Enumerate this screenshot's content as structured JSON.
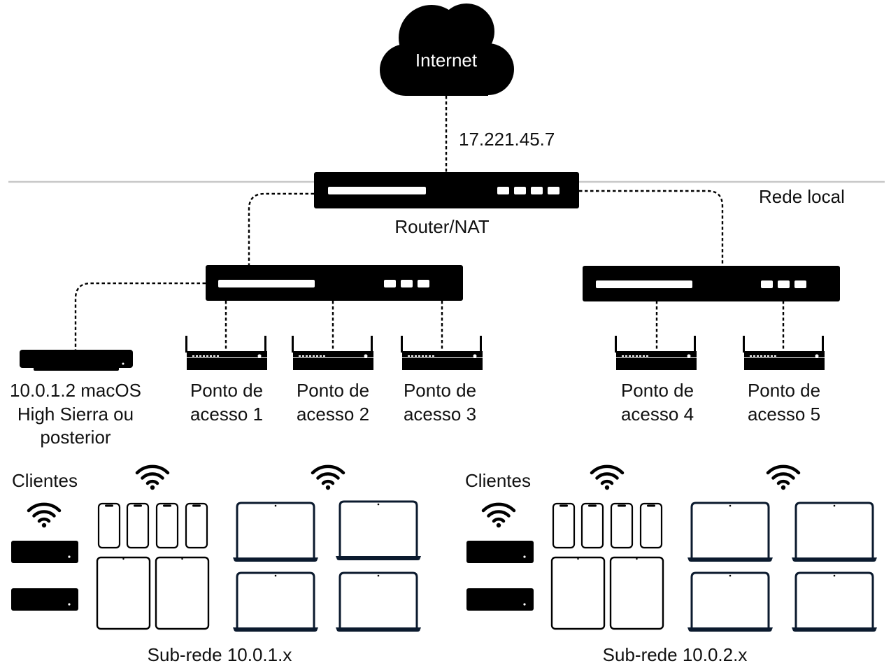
{
  "internet": {
    "label": "Internet"
  },
  "wan_ip": "17.221.45.7",
  "local_network_label": "Rede local",
  "router": {
    "label": "Router/NAT"
  },
  "server": {
    "line1": "10.0.1.2 macOS",
    "line2": "High Sierra ou",
    "line3": "posterior"
  },
  "access_points": [
    {
      "line1": "Ponto de",
      "line2": "acesso 1"
    },
    {
      "line1": "Ponto de",
      "line2": "acesso 2"
    },
    {
      "line1": "Ponto de",
      "line2": "acesso 3"
    },
    {
      "line1": "Ponto de",
      "line2": "acesso 4"
    },
    {
      "line1": "Ponto de",
      "line2": "acesso 5"
    }
  ],
  "subnets": [
    {
      "clients_label": "Clientes",
      "label": "Sub-rede 10.0.1.x"
    },
    {
      "clients_label": "Clientes",
      "label": "Sub-rede 10.0.2.x"
    }
  ],
  "icons": [
    "cloud-icon",
    "router-icon",
    "switch-icon",
    "mac-mini-icon",
    "access-point-icon",
    "apple-tv-icon",
    "wifi-icon",
    "iphone-icon",
    "ipad-icon",
    "laptop-icon"
  ]
}
